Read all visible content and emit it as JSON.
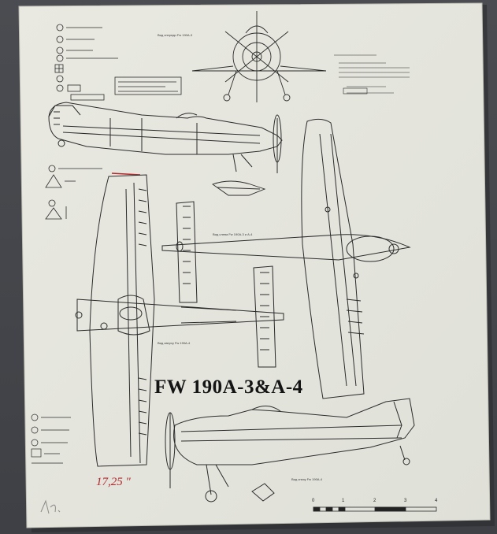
{
  "poster": {
    "title": "FW 190A-3&A-4",
    "dimension_note": "17,25 \"",
    "view_captions": {
      "front": "Вид спереди Fw 190A-3",
      "left": "Вид слева Fw 190A-3 и A-4",
      "top": "Вид сверху Fw 190A-4",
      "bottom": "Вид снизу Fw 190A-4"
    },
    "scale_labels": [
      "0",
      "1",
      "2",
      "3",
      "4"
    ]
  },
  "colors": {
    "paper": "#ecece4",
    "line": "#2b2b2b",
    "annotation": "#b3262b",
    "background": "#45474c"
  }
}
